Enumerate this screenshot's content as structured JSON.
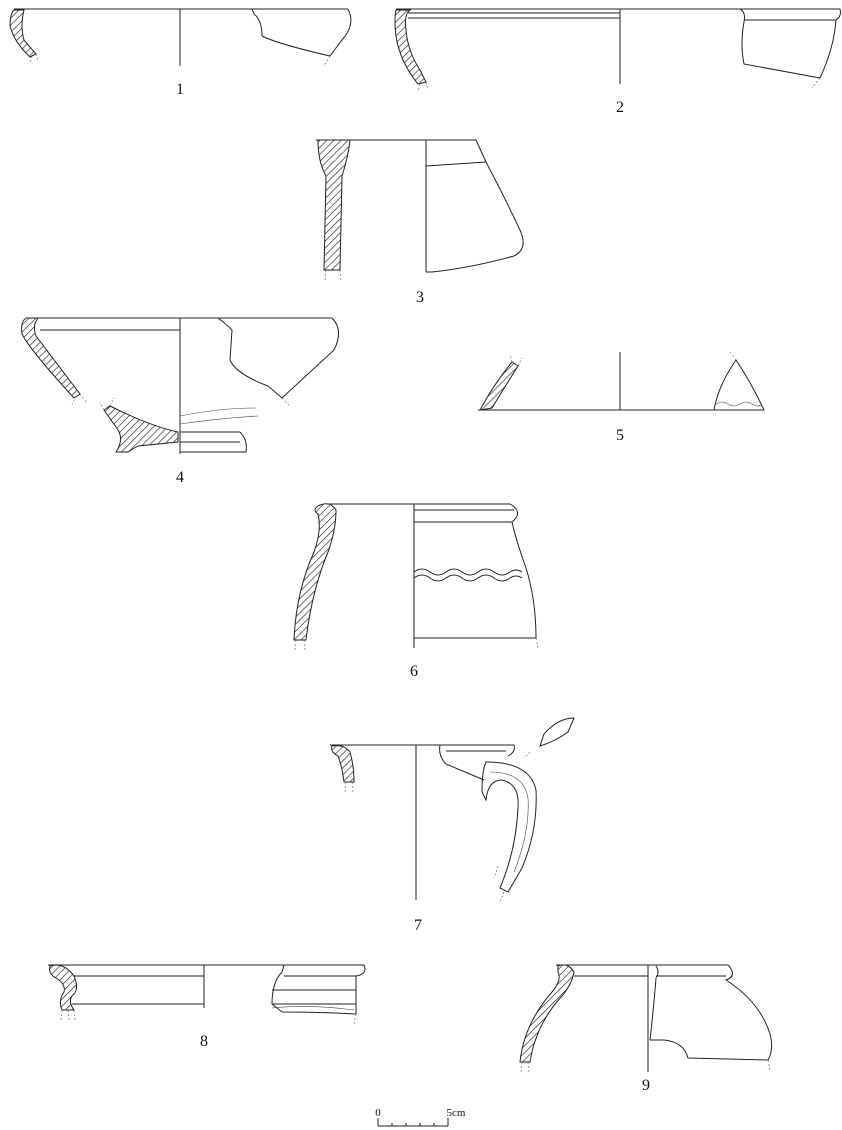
{
  "figure_numbers": [
    "1",
    "2",
    "3",
    "4",
    "5",
    "6",
    "7",
    "8",
    "9"
  ],
  "scale_bar": {
    "start_label": "0",
    "end_label": "5cm",
    "divisions": 5
  }
}
